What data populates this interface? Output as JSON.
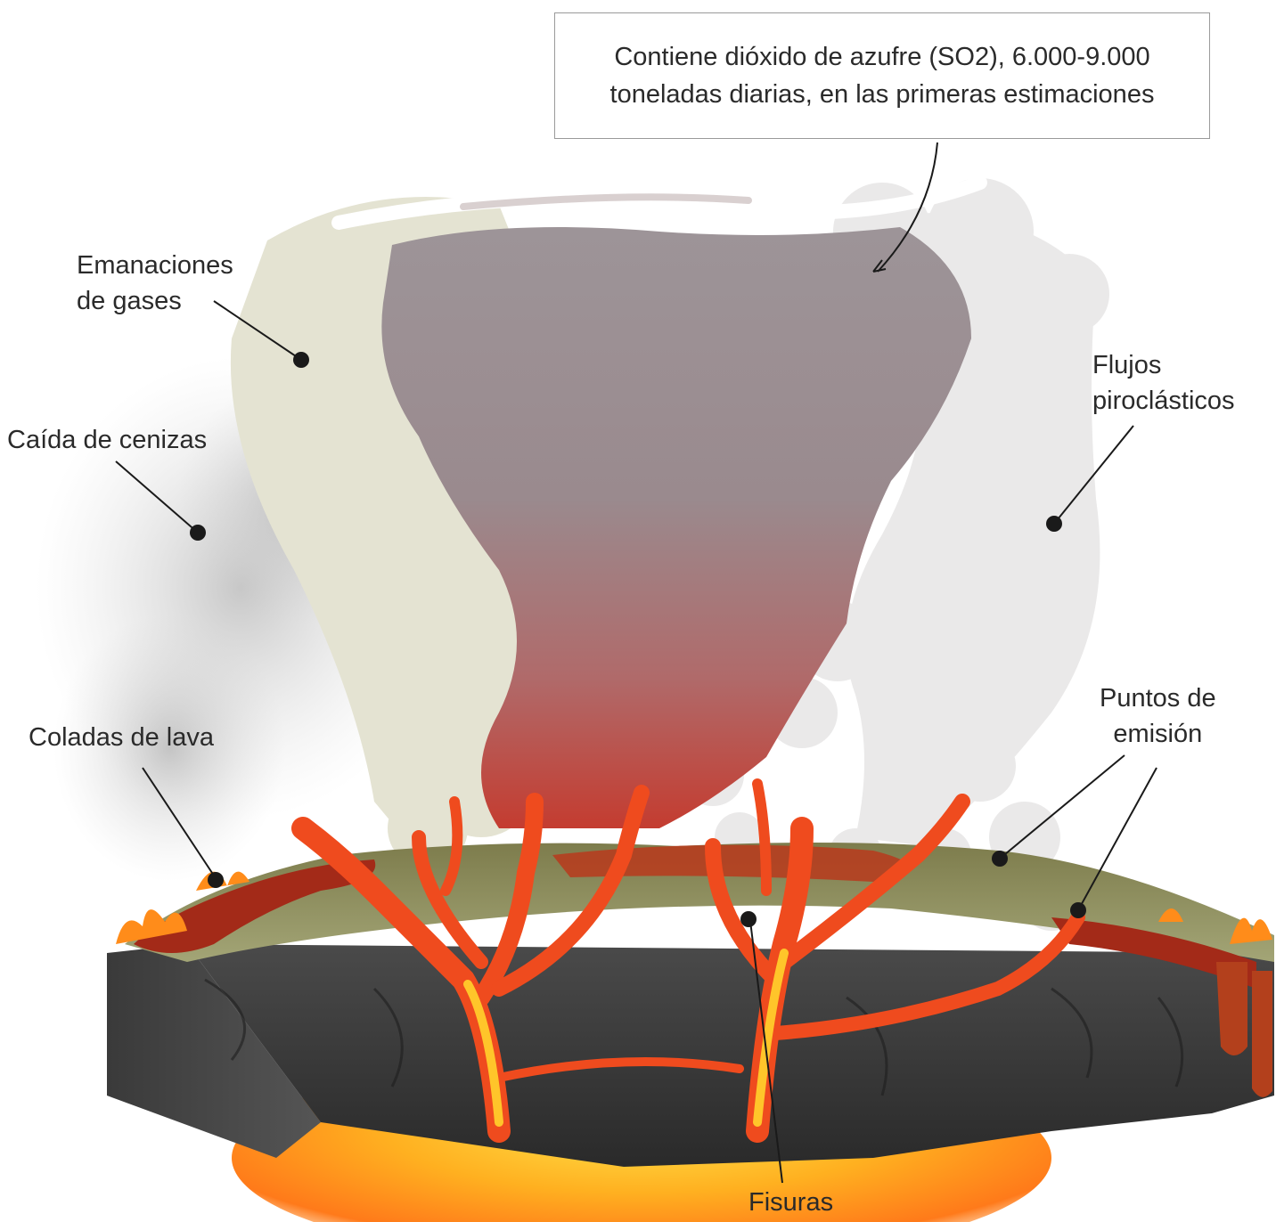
{
  "callout": {
    "line1": "Contiene dióxido de azufre (SO2), 6.000-9.000",
    "line2": "toneladas diarias, en las primeras estimaciones"
  },
  "labels": {
    "emanaciones_line1": "Emanaciones",
    "emanaciones_line2": "de gases",
    "caida": "Caída de cenizas",
    "flujos_line1": "Flujos",
    "flujos_line2": "piroclásticos",
    "coladas": "Coladas de lava",
    "puntos_line1": "Puntos de",
    "puntos_line2": "emisión",
    "fisuras": "Fisuras"
  },
  "colors": {
    "lava": "#e8401c",
    "lava_glow": "#ffc52a",
    "rock": "#3a3a3a",
    "crust": "#8f8e5c",
    "gas_plume": "#e8e6da",
    "so2_cloud": "#9c8f93"
  }
}
